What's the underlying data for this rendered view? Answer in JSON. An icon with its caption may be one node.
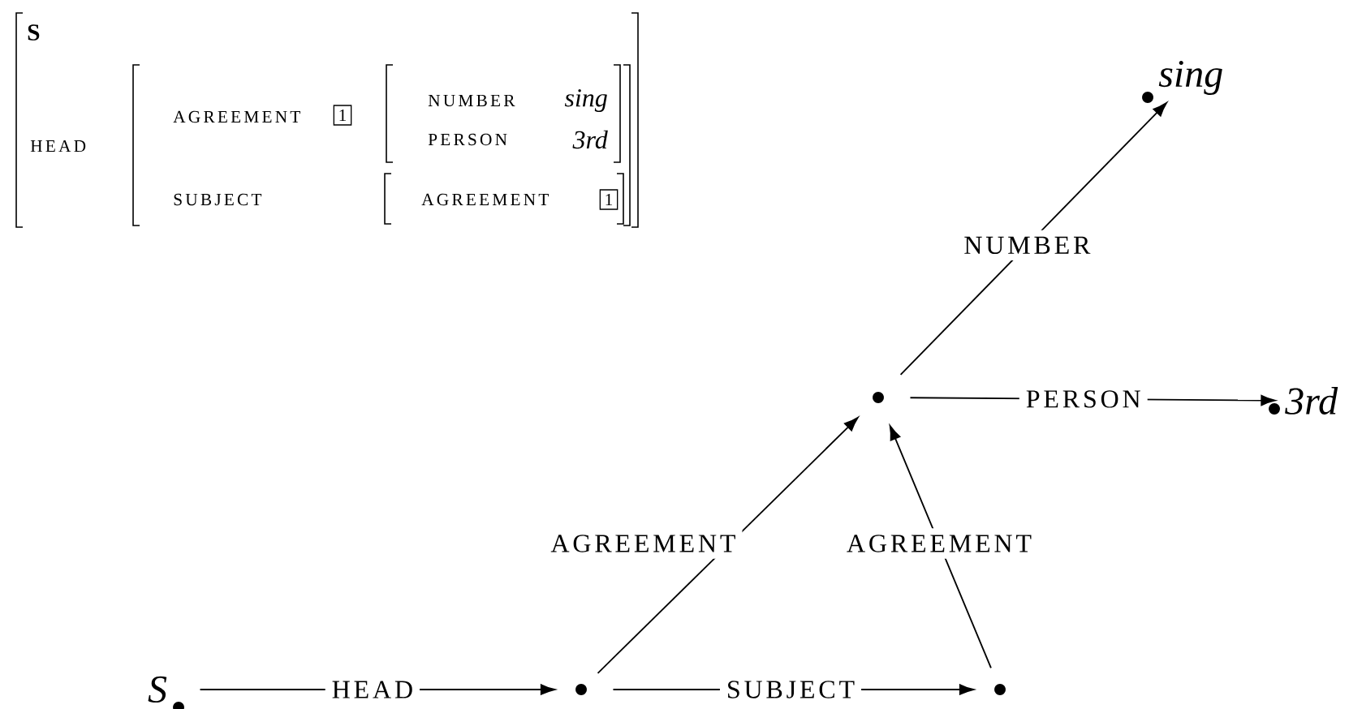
{
  "diagram": {
    "nodes": [
      {
        "text": [
          "S"
        ]
      },
      {
        "text": [],
        "shape": "circle"
      },
      {
        "text": [],
        "shape": "circle"
      },
      {
        "text": [],
        "shape": "circle"
      },
      {
        "text": [
          "sing"
        ]
      },
      {
        "text": [
          "3rd"
        ]
      }
    ],
    "edges": [
      {
        "from": 0,
        "to": 1,
        "arrow": "to",
        "label": "HEAD"
      },
      {
        "from": 1,
        "to": 2,
        "arrow": "to",
        "label": "SUBJECT"
      },
      {
        "from": 1,
        "to": 3,
        "arrow": "to",
        "label": "AGREEMENT"
      },
      {
        "from": 2,
        "to": 3,
        "arrow": "to",
        "label": "AGREEMENT"
      },
      {
        "from": 3,
        "to": 5,
        "arrow": "to",
        "label": "PERSON"
      },
      {
        "from": 3,
        "to": 4,
        "arrow": "to",
        "label": "NUMBER"
      }
    ],
    "labels": [
      "S",
      "HEAD",
      "AGREEMENT",
      "1",
      "NUMBER",
      "sing",
      "PERSON",
      "3rd",
      "SUBJECT",
      "AGREEMENT",
      "1"
    ]
  }
}
